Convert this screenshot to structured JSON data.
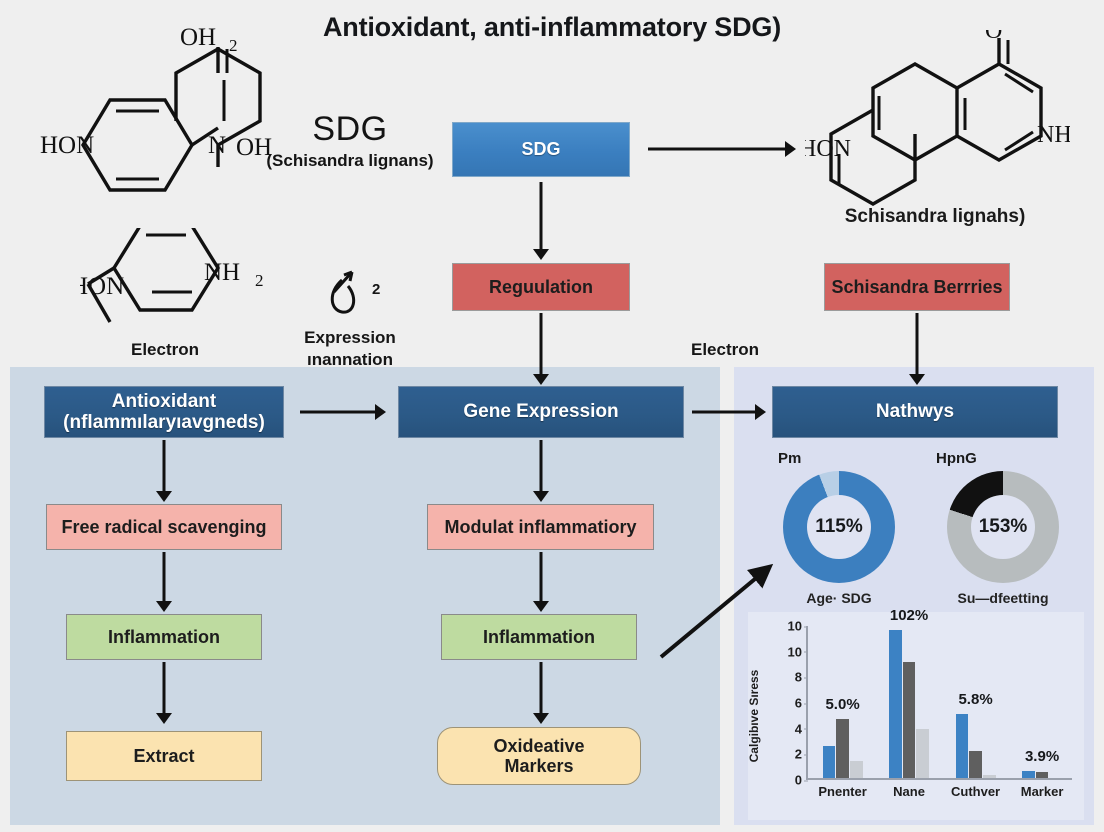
{
  "title": "Antioxidant, anti-inflammatory SDG)",
  "structures": {
    "top_left": {
      "name": "sdg-pyridinone-structure",
      "atoms": {
        "top": "OH₂",
        "left": "HON",
        "right": "OH",
        "ring_n": "N"
      }
    },
    "mid_left": {
      "name": "aminopyridine-structure",
      "atoms": {
        "left": "HON",
        "right": "NH₂"
      },
      "caption": "Electron"
    },
    "top_right": {
      "name": "schisandra-lignan-structure",
      "atoms": {
        "top": "O",
        "left": "HON",
        "right": "NH₂"
      },
      "caption": "Schisandra lignahs)"
    }
  },
  "labels": {
    "sdg_big": "SDG",
    "sdg_sub": "(Schisandra lignans)",
    "electron_left": "Electron",
    "electron_right": "Electron",
    "expression_line1": "Expression",
    "expression_line2": "ınannation",
    "droplet_subscript": "2"
  },
  "boxes": {
    "sdg": "SDG",
    "regulation": "Reguulation",
    "schisandra_berries": "Schisandra Berrries",
    "antioxidant_line1": "Antioxidant",
    "antioxidant_line2": "(nflammılaryıavgneds)",
    "gene_expression": "Gene Expression",
    "pathways": "Nathwys",
    "free_radical": "Free radical scavenging",
    "modulat": "Modulat inflammatiory",
    "inflammation_left": "Inflammation",
    "inflammation_right": "Inflammation",
    "extract": "Extract",
    "oxidative_line1": "Oxideative",
    "oxidative_line2": "Markers"
  },
  "colors": {
    "blue_box": "#3b7fc0",
    "navy_box": "#2b5986",
    "red_box": "#d2625f",
    "pink_box": "#f5b3ab",
    "green_box": "#bedba0",
    "yellow_box": "#fbe3b0",
    "left_panel": "#ccd8e4",
    "right_panel": "#dadff0",
    "bar_series_1": "#3c82c4",
    "bar_series_2": "#5f5f5f",
    "bar_series_3": "#c9cdd3",
    "page_bg": "#efefef"
  },
  "chart_data": [
    {
      "type": "pie",
      "name": "donut-left",
      "title": "Pm",
      "center_label": "115%",
      "caption": "Age· SDG",
      "slices": [
        {
          "label": "major",
          "value": 92,
          "color": "#3c7fbf"
        },
        {
          "label": "minor",
          "value": 8,
          "color": "#b8cfe6"
        }
      ],
      "legend": "none"
    },
    {
      "type": "pie",
      "name": "donut-right",
      "title": "HpnG",
      "center_label": "153%",
      "caption": "Su—dfeetting",
      "slices": [
        {
          "label": "major",
          "value": 80,
          "color": "#b7bcbe"
        },
        {
          "label": "minor",
          "value": 20,
          "color": "#111111"
        }
      ],
      "legend": "none"
    },
    {
      "type": "bar",
      "name": "oxidative-stress-bar-chart",
      "title": "",
      "xlabel": "",
      "ylabel": "Calgibıve Sıress",
      "categories": [
        "Pnenter",
        "Nane",
        "Cuthver",
        "Marker"
      ],
      "ytick_labels": [
        "10",
        "10",
        "8",
        "6",
        "4",
        "2",
        "0"
      ],
      "ylim": [
        0,
        11
      ],
      "grid": false,
      "legend": "none",
      "series": [
        {
          "name": "series-1",
          "color": "#3c82c4",
          "values": [
            2.3,
            10.6,
            4.6,
            0.5
          ]
        },
        {
          "name": "series-2",
          "color": "#5f5f5f",
          "values": [
            4.2,
            8.3,
            1.9,
            0.4
          ]
        },
        {
          "name": "series-3",
          "color": "#c9cdd3",
          "values": [
            1.2,
            3.5,
            0.25,
            0.0
          ]
        }
      ],
      "data_labels": [
        "5.0%",
        "102%",
        "5.8%",
        "3.9%"
      ]
    }
  ]
}
